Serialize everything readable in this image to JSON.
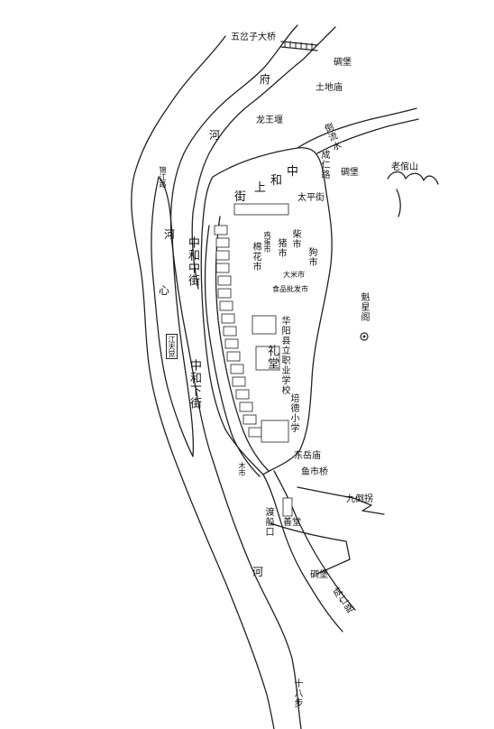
{
  "labels": {
    "wuchazi_bridge": "五岔子大桥",
    "diaobao_n": "碉堡",
    "tudi_temple": "土地庙",
    "fu": "府",
    "river_he": "河",
    "longwang_weir": "龙王堰",
    "daoliushui": "倒流水",
    "chengren_road": "成仁路",
    "diaobao_e": "碉堡",
    "laoguan_shan": "老倌山",
    "jinjiang_road": "锦江路",
    "xin_he": "心",
    "taiping_street": "太平街",
    "shanghe_street_zhong": "中",
    "shanghe_street_he": "和",
    "shanghe_street_shang": "上",
    "shanghe_street_jie": "街",
    "chaishi": "柴市",
    "goushi": "狗市",
    "zhushi": "猪市",
    "jidanshi": "鸡蛋市",
    "mianhuashi": "棉花市",
    "damishi": "大米市",
    "shipinshi": "食品批发市",
    "zhongzhong_street": "中和中街",
    "kuixing_ge": "魁星阁",
    "huayang_school": "华阳县立职业学校",
    "litang": "礼堂",
    "jiangtian_jue": "江天觉",
    "peide_school": "培德小学",
    "zhonghe_xia_street": "中和下街",
    "dongyue_temple": "东岳庙",
    "mushi": "木市",
    "yushi_bridge": "鱼市桥",
    "jiudaoguai": "九倒拐",
    "duchuankou": "渡船口",
    "shantang": "善堂",
    "diaobao_s": "碉堡",
    "chengren_road_s": "成仁路",
    "shiba_bu": "十八步",
    "river_he_s": "河",
    "river_he_w": "河"
  }
}
